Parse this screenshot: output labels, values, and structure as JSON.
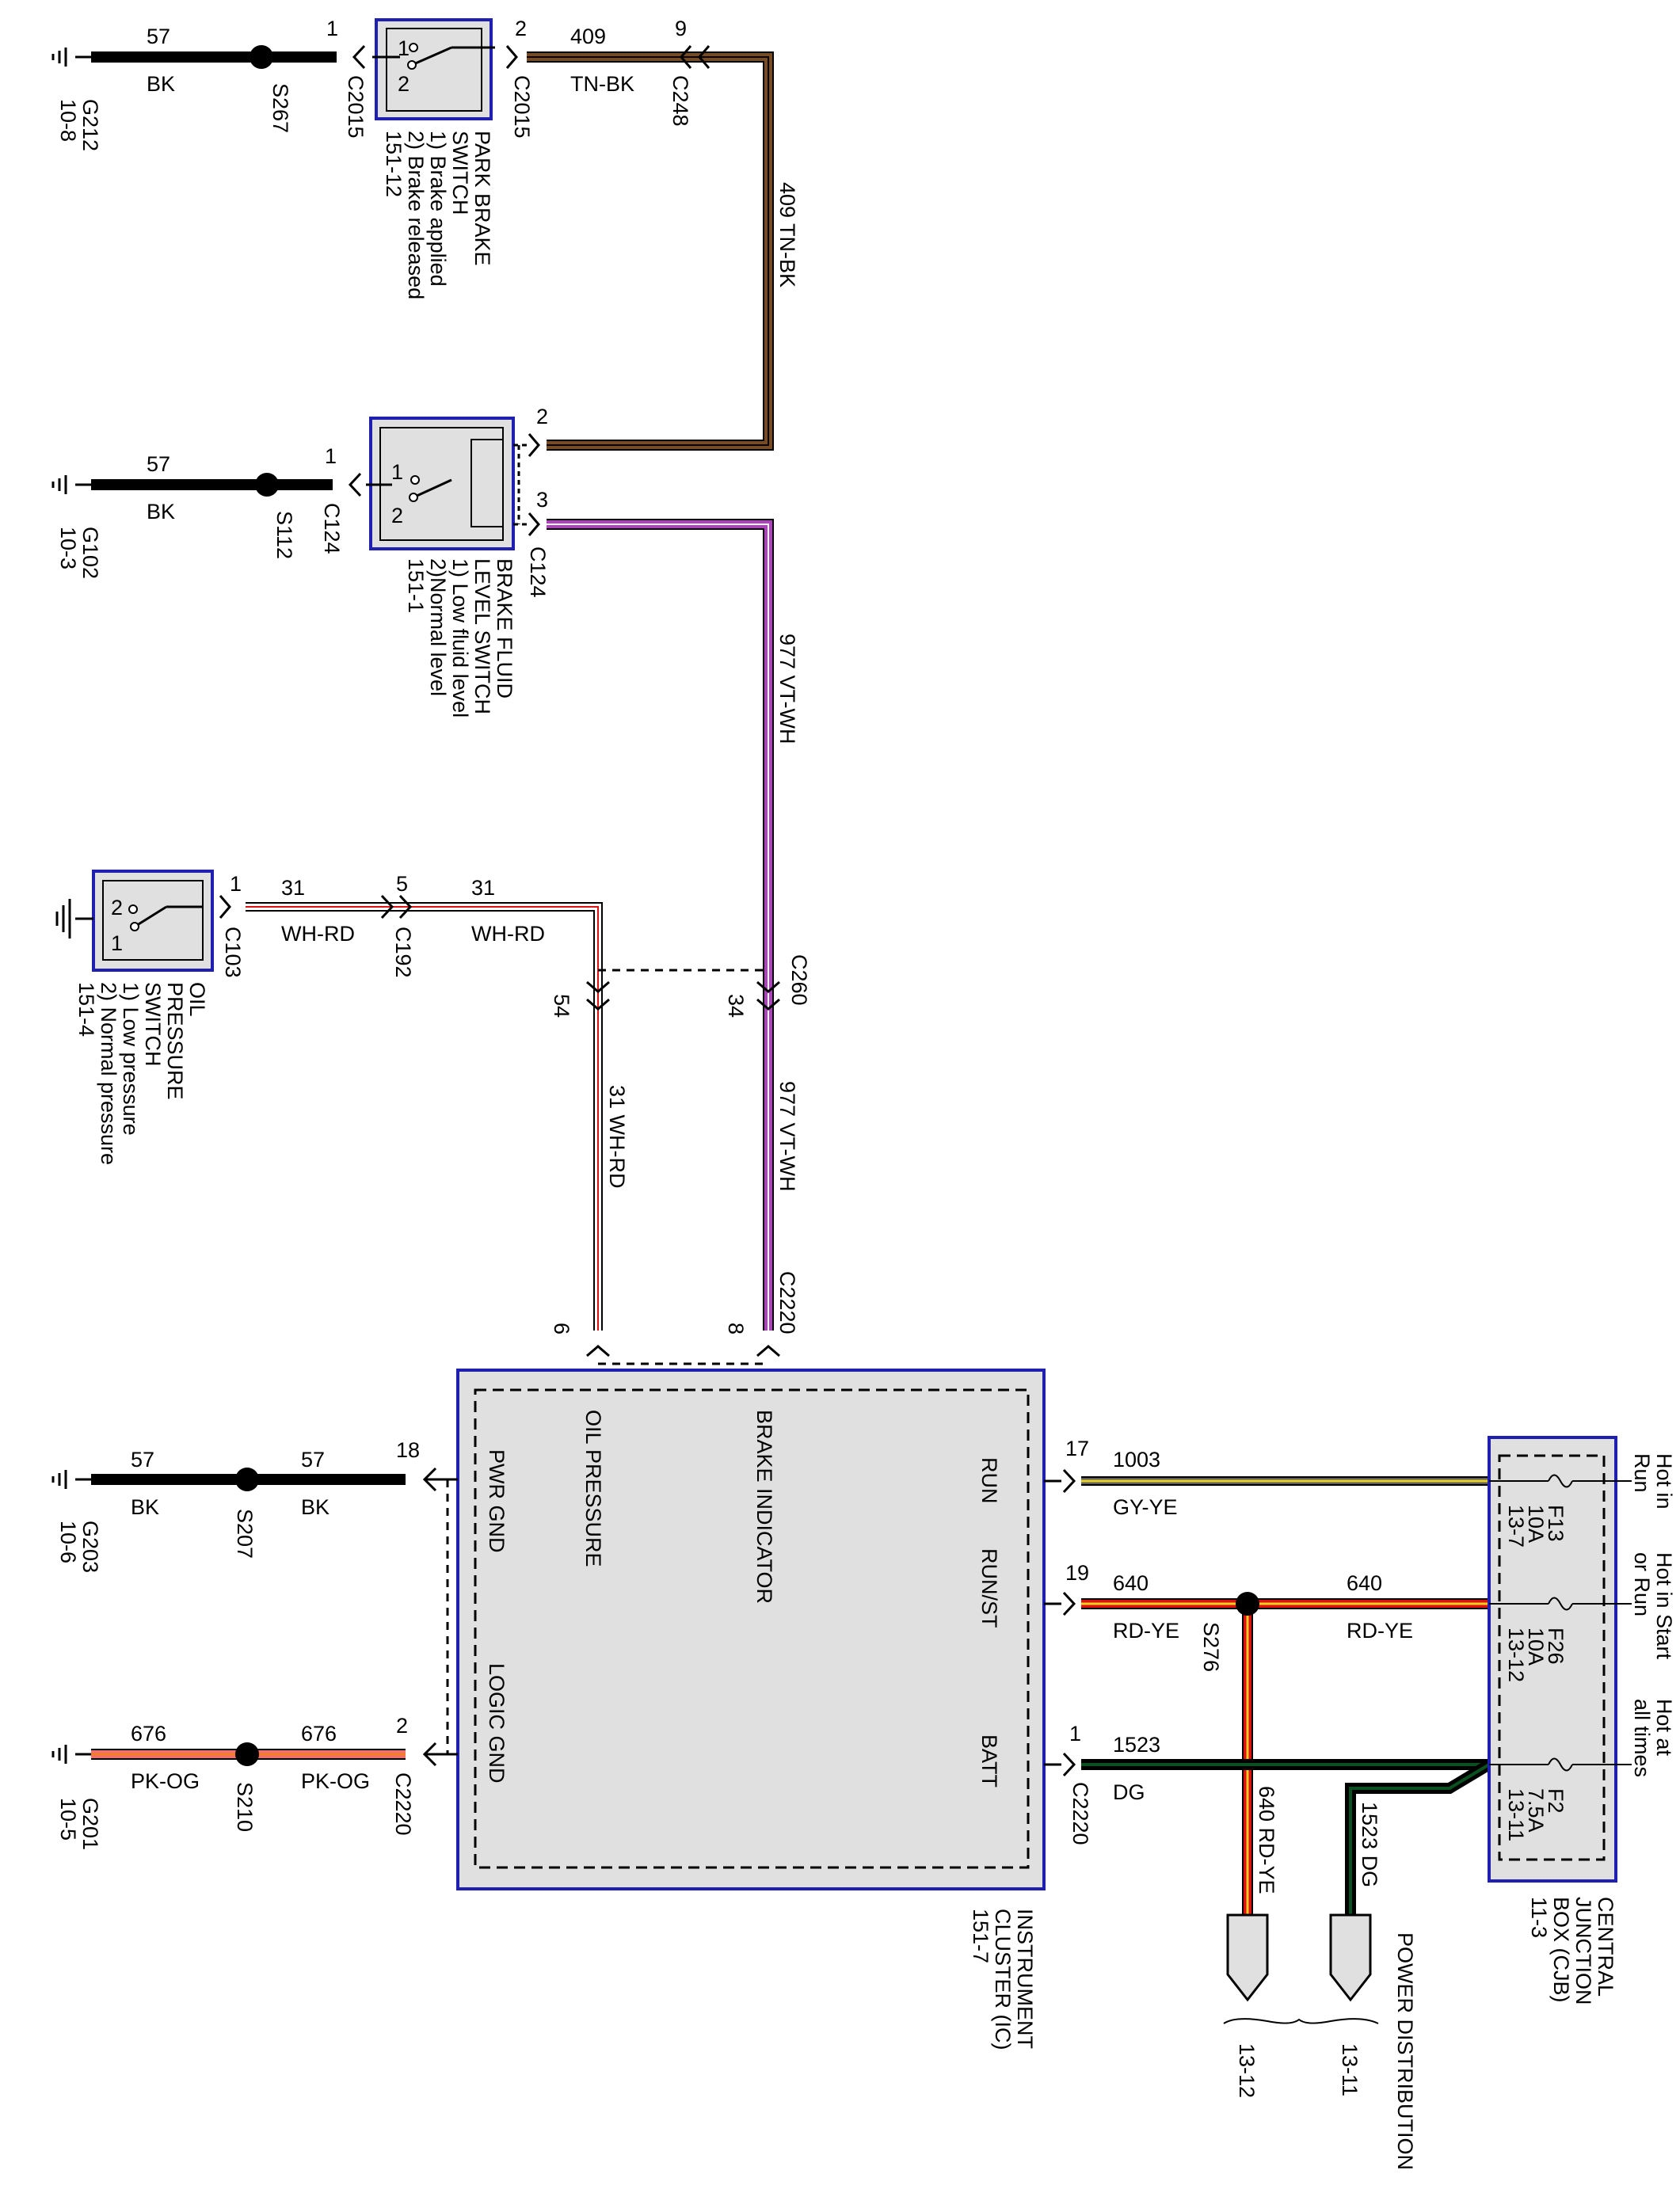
{
  "colors": {
    "BK": "#000000",
    "TN": "#7a4a20",
    "VT": "#b040c0",
    "WH": "#ffffff",
    "RD": "#e01010",
    "YE": "#e8d020",
    "GY": "#606060",
    "PK": "#f07070",
    "OG": "#f08020",
    "DG": "#0a5020",
    "component_fill": "#e0e0e0",
    "component_border": "#2020b0"
  },
  "icons": {
    "ground": "ground-icon",
    "splice": "splice-dot-icon",
    "switch": "switch-icon",
    "fuse": "fuse-icon",
    "connector": "connector-arrow-icon"
  },
  "components": {
    "park_brake": [
      "PARK BRAKE",
      "SWITCH",
      "1) Brake applied",
      "2) Brake released",
      "151-12"
    ],
    "brake_fluid": [
      "BRAKE FLUID",
      "LEVEL SWITCH",
      "1) Low fluid level",
      "2)Normal level",
      "151-1"
    ],
    "oil_pressure": [
      "OIL",
      "PRESSURE",
      "SWITCH",
      "1) Low pressure",
      "2) Normal pressure",
      "151-4"
    ],
    "cluster": [
      "INSTRUMENT",
      "CLUSTER (IC)",
      "151-7"
    ],
    "cjb": [
      "CENTRAL",
      "JUNCTION",
      "BOX (CJB)",
      "11-3"
    ],
    "power_dist": "POWER DISTRIBUTION"
  },
  "cluster_pins": {
    "pwr_gnd": "PWR GND",
    "logic_gnd": "LOGIC GND",
    "oil": "OIL PRESSURE",
    "brake": "BRAKE INDICATOR",
    "run": "RUN",
    "runst": "RUN/ST",
    "batt": "BATT"
  },
  "hot": {
    "run": [
      "Hot in",
      "Run"
    ],
    "start": [
      "Hot in Start",
      "or Run"
    ],
    "all": [
      "Hot at",
      "all times"
    ]
  },
  "fuses": [
    [
      "F13",
      "10A",
      "13-7"
    ],
    [
      "F26",
      "10A",
      "13-12"
    ],
    [
      "F2",
      "7.5A",
      "13-11"
    ]
  ],
  "grounds": {
    "g212": [
      "G212",
      "10-8"
    ],
    "g102": [
      "G102",
      "10-3"
    ],
    "g203": [
      "G203",
      "10-6"
    ],
    "g201": [
      "G201",
      "10-5"
    ]
  },
  "splices": {
    "s267": "S267",
    "s112": "S112",
    "s207": "S207",
    "s210": "S210",
    "s276": "S276"
  },
  "connectors": {
    "c2015": "C2015",
    "c248": "C248",
    "c124": "C124",
    "c103": "C103",
    "c192": "C192",
    "c260": "C260",
    "c2220": "C2220"
  },
  "pins": {
    "p1": "1",
    "p2": "2",
    "p3": "3",
    "p5": "5",
    "p6": "6",
    "p8": "8",
    "p9": "9",
    "p17": "17",
    "p18": "18",
    "p19": "19",
    "p34": "34",
    "p54": "54"
  },
  "circuits": {
    "c57": "57",
    "c409": "409",
    "c977": "977",
    "c31": "31",
    "c676": "676",
    "c1003": "1003",
    "c640": "640",
    "c1523": "1523"
  },
  "wire_colors": {
    "bk": "BK",
    "tnbk": "TN-BK",
    "vtwh": "VT-WH",
    "whrd": "WH-RD",
    "pkog": "PK-OG",
    "gyye": "GY-YE",
    "rdye": "RD-YE",
    "dg": "DG"
  },
  "vertical_labels": {
    "v409": "409   TN-BK",
    "v977a": "977   VT-WH",
    "v977b": "977   VT-WH",
    "v31": "31   WH-RD",
    "v640": "640   RD-YE",
    "v1523": "1523   DG"
  },
  "switch_pins": {
    "one": "1",
    "two": "2"
  },
  "refs": {
    "r1312": "13-12",
    "r1311": "13-11"
  }
}
